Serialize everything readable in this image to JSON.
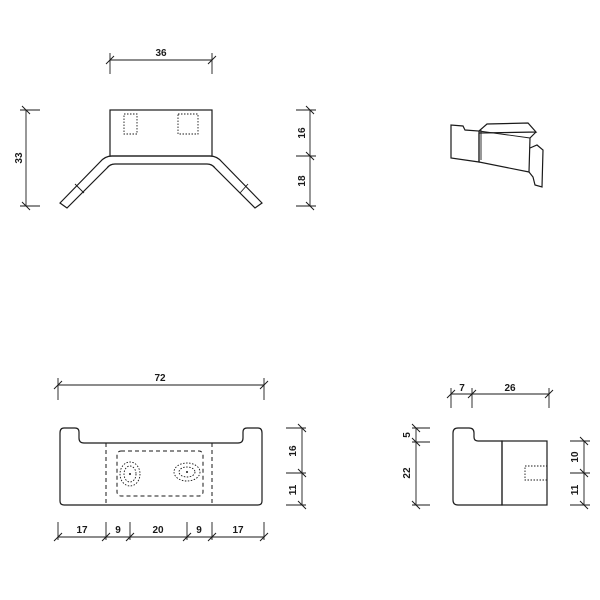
{
  "drawing": {
    "front_view": {
      "width_dim": "36",
      "height_total_dim": "33",
      "upper_height_dim": "16",
      "lower_height_dim": "18"
    },
    "top_view": {
      "overall_width_dim": "72",
      "segments": [
        "17",
        "9",
        "20",
        "9",
        "17"
      ],
      "upper_dim": "16",
      "lower_dim": "11"
    },
    "side_view": {
      "left_dim": "7",
      "right_dim": "26",
      "top_notch_dim": "5",
      "height_dim": "22",
      "upper_right_dim": "10",
      "lower_right_dim": "11"
    },
    "iso_view": {
      "label": ""
    }
  }
}
